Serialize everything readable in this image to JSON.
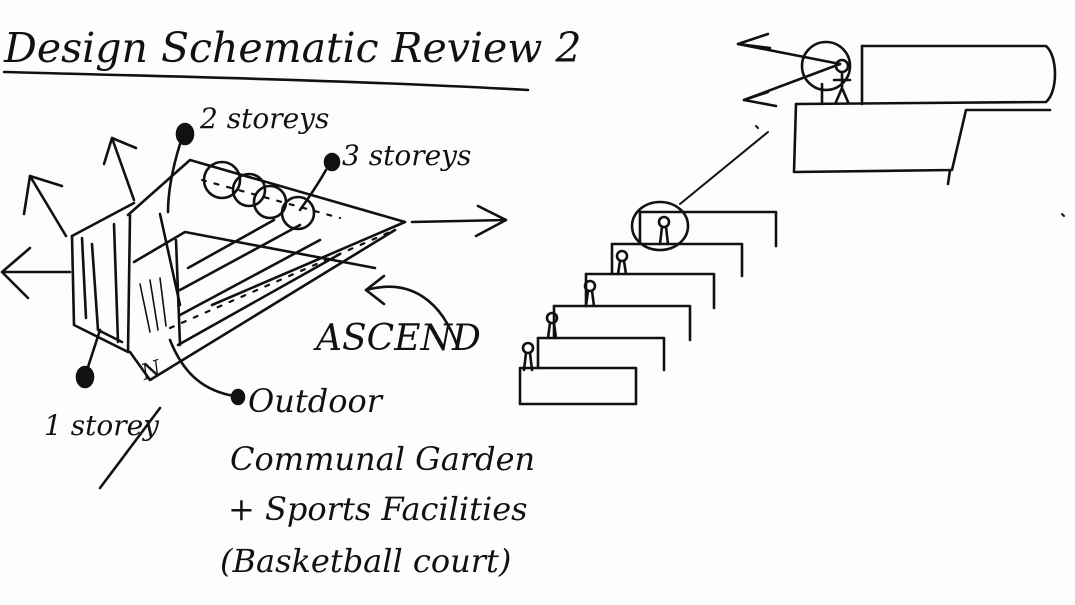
{
  "title": "Design Schematic Review 2",
  "labels": {
    "two_storeys": "2 storeys",
    "three_storeys": "3 storeys",
    "one_storey": "1 storey",
    "ascend": "ASCEND",
    "north": "N"
  },
  "annotation": {
    "line1": "Outdoor",
    "line2": "Communal Garden",
    "line3": "+ Sports Facilities",
    "line4": "(Basketball court)"
  },
  "colors": {
    "ink": "#111111",
    "paper": "#fdfdfd"
  }
}
